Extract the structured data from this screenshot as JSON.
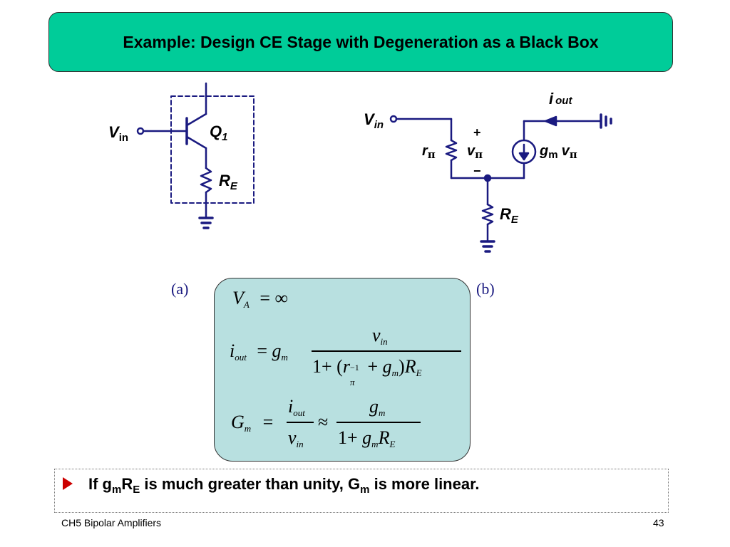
{
  "slide": {
    "title": "Example:  Design CE Stage with Degeneration as a Black Box",
    "footer_left": "CH5 Bipolar Amplifiers",
    "page_number": "43"
  },
  "figure_a": {
    "label": "(a)",
    "vin_main": "V",
    "vin_sub": "in",
    "q_main": "Q",
    "q_sub": "1",
    "re_main": "R",
    "re_sub": "E"
  },
  "figure_b": {
    "label": "(b)",
    "vin_main": "V",
    "vin_sub": "in",
    "iout_main": "i",
    "iout_sub": "out",
    "plus": "+",
    "minus": "−",
    "rpi_main": "r",
    "rpi_sub": "π",
    "vpi_main": "v",
    "vpi_sub": "π",
    "gm_main": "g",
    "gm_sub": "m",
    "gm_v": "v",
    "gm_v_sub": "π",
    "re_main": "R",
    "re_sub": "E"
  },
  "equations": {
    "eq1": {
      "lhs": "V",
      "lhs_sub": "A",
      "rhs": "= ∞"
    },
    "eq2": {
      "lhs": "i",
      "lhs_sub": "out",
      "eq": "= ",
      "g": "g",
      "g_sub": "m",
      "num": "v",
      "num_sub": "in",
      "den_a": "1+ (",
      "den_r": "r",
      "den_r_sup": "−1",
      "den_r_sub": "π",
      "den_b": " + ",
      "den_g": "g",
      "den_g_sub": "m",
      "den_c": ")",
      "den_R": "R",
      "den_R_sub": "E"
    },
    "eq3": {
      "lhs": "G",
      "lhs_sub": "m",
      "eq": "=",
      "f1_num": "i",
      "f1_num_sub": "out",
      "f1_den": "v",
      "f1_den_sub": "in",
      "approx": "≈",
      "f2_num": "g",
      "f2_num_sub": "m",
      "f2_den_a": "1+ ",
      "f2_den_g": "g",
      "f2_den_g_sub": "m",
      "f2_den_R": "R",
      "f2_den_R_sub": "E"
    }
  },
  "bullet": {
    "p1": "If g",
    "s1": "m",
    "p2": "R",
    "s2": "E",
    "p3": " is much greater than unity, G",
    "s3": "m",
    "p4": " is more linear."
  },
  "colors": {
    "title_bg": "#00cc99",
    "wire": "#1a1a80",
    "eq_box_bg": "#b8e0e0",
    "bullet_arrow": "#cc0000"
  }
}
